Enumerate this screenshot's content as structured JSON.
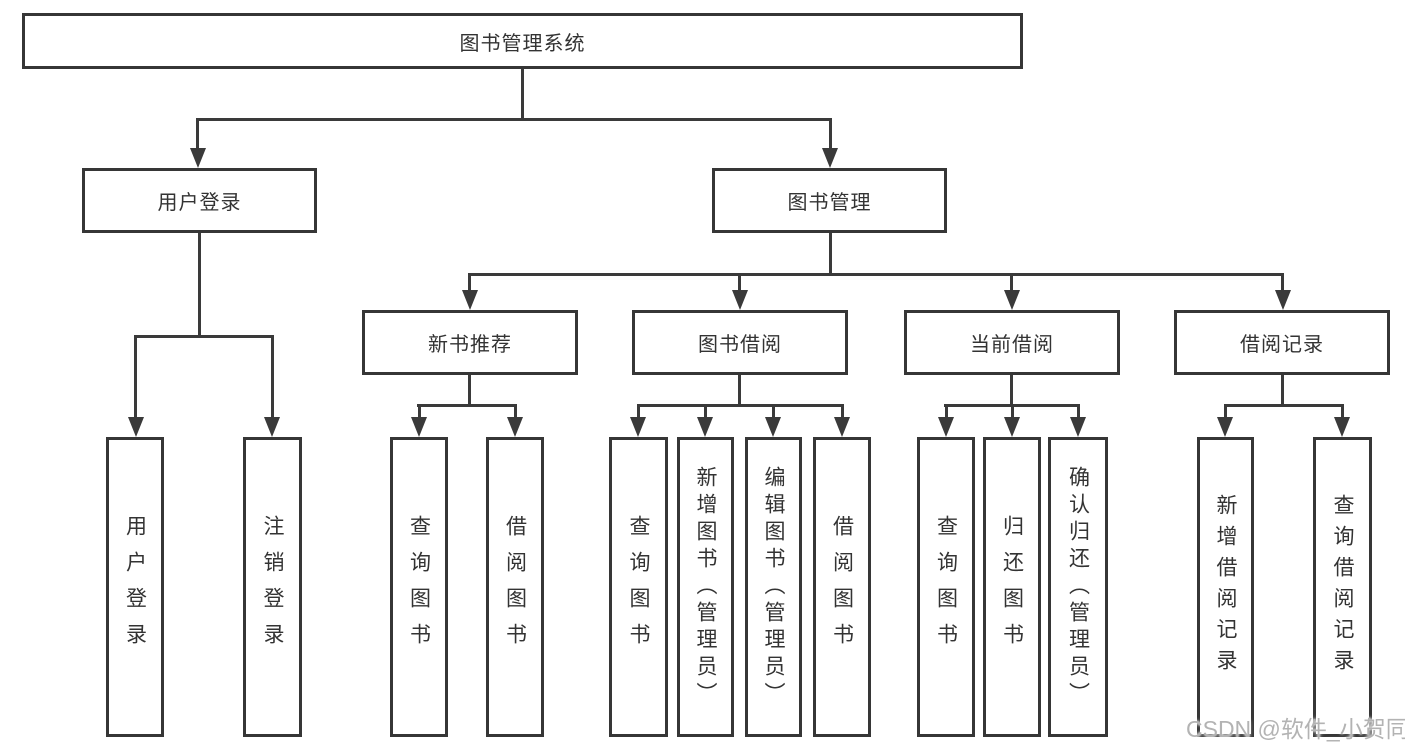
{
  "diagram": {
    "type": "hierarchy-tree",
    "watermark": "CSDN @软件_小贺同学",
    "colors": {
      "background": "#ffffff",
      "line": "#3a3a3a",
      "box_border": "#363636",
      "text": "#333333",
      "watermark_text": "#b3b3b3"
    },
    "tree": {
      "label": "图书管理系统",
      "children": [
        {
          "label": "用户登录",
          "children": [
            {
              "label": "用户登录"
            },
            {
              "label": "注销登录"
            }
          ]
        },
        {
          "label": "图书管理",
          "children": [
            {
              "label": "新书推荐",
              "children": [
                {
                  "label": "查询图书"
                },
                {
                  "label": "借阅图书"
                }
              ]
            },
            {
              "label": "图书借阅",
              "children": [
                {
                  "label": "查询图书"
                },
                {
                  "label": "新增图书（管理员）"
                },
                {
                  "label": "编辑图书（管理员）"
                },
                {
                  "label": "借阅图书"
                }
              ]
            },
            {
              "label": "当前借阅",
              "children": [
                {
                  "label": "查询图书"
                },
                {
                  "label": "归还图书"
                },
                {
                  "label": "确认归还（管理员）"
                }
              ]
            },
            {
              "label": "借阅记录",
              "children": [
                {
                  "label": "新增借阅记录"
                },
                {
                  "label": "查询借阅记录"
                }
              ]
            }
          ]
        }
      ]
    }
  }
}
